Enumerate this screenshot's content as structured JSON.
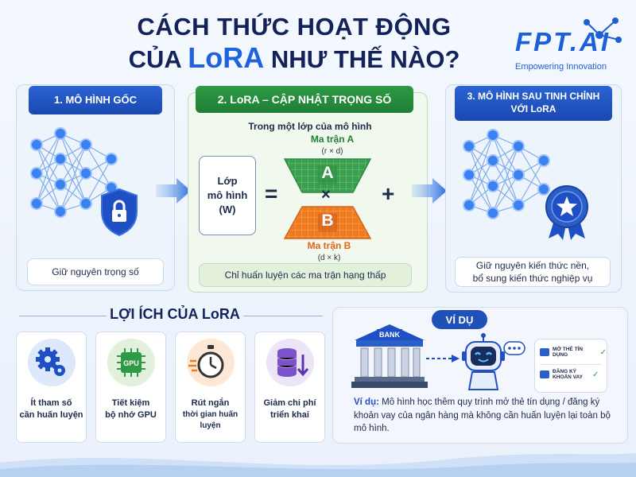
{
  "title": {
    "line1": "CÁCH THỨC HOẠT ĐỘNG",
    "line2_prefix": "CỦA",
    "line2_highlight": "LoRA",
    "line2_suffix": "NHƯ THẾ NÀO?"
  },
  "logo": {
    "text": "FPT.AI",
    "tagline": "Empowering Innovation"
  },
  "step1": {
    "header": "1. MÔ HÌNH GỐC",
    "footer": "Giữ nguyên trọng số"
  },
  "step2": {
    "header": "2. LoRA – CẬP NHẬT TRỌNG SỐ",
    "subtitle": "Trong một lớp của mô hình",
    "layer_line1": "Lớp",
    "layer_line2": "mô hình",
    "layer_line3": "(W)",
    "equals": "=",
    "times": "×",
    "plus": "+",
    "matrix_a_label": "Ma trận A",
    "matrix_a_dim": "(r × d)",
    "matrix_a_letter": "A",
    "matrix_b_label": "Ma trận B",
    "matrix_b_dim": "(d × k)",
    "matrix_b_letter": "B",
    "footer": "Chỉ huấn luyện các ma trận hạng thấp"
  },
  "step3": {
    "header_line1": "3. MÔ HÌNH SAU TINH CHỈNH",
    "header_line2": "VỚI LoRA",
    "footer_line1": "Giữ nguyên kiến thức nền,",
    "footer_line2": "bổ sung kiến thức nghiệp vụ"
  },
  "benefits": {
    "title": "LỢI ÍCH CỦA LoRA",
    "items": [
      {
        "line1": "Ít tham số",
        "line2": "cần huấn luyện",
        "icon": "gears-icon"
      },
      {
        "line1": "Tiết kiệm",
        "line2": "bộ nhớ GPU",
        "icon": "gpu-chip-icon",
        "chip_text": "GPU"
      },
      {
        "line1": "Rút ngắn",
        "line2": "thời gian huấn luyện",
        "icon": "stopwatch-icon"
      },
      {
        "line1": "Giảm chi phí",
        "line2": "triển khai",
        "icon": "database-down-icon"
      }
    ]
  },
  "example": {
    "badge": "VÍ DỤ",
    "bank_label": "BANK",
    "chip1": "MỞ THẺ TÍN DỤNG",
    "chip2_line1": "ĐĂNG KÝ",
    "chip2_line2": "KHOẢN VAY",
    "text_label": "Ví dụ:",
    "text_body": "Mô hình học thêm quy trình mở thẻ tín dụng / đăng ký khoản vay của ngân hàng mà không cần huấn luyện lại toàn bộ mô hình."
  },
  "colors": {
    "primary_blue": "#1f62e0",
    "navy": "#14225a",
    "green": "#2e9a45",
    "orange": "#f07a1e"
  }
}
